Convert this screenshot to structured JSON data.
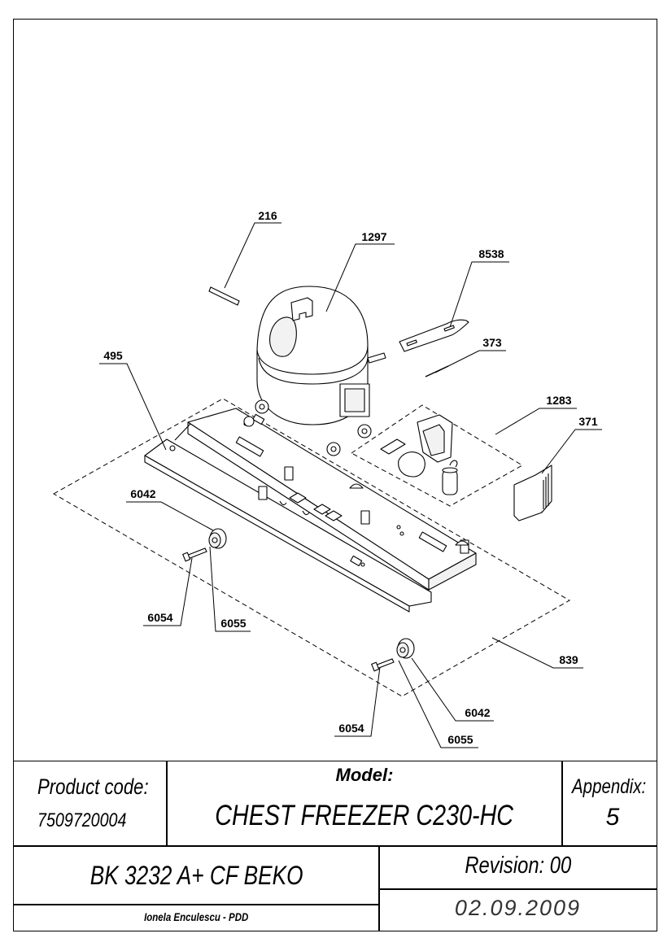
{
  "parts": [
    {
      "number": "216"
    },
    {
      "number": "1297"
    },
    {
      "number": "8538"
    },
    {
      "number": "373"
    },
    {
      "number": "495"
    },
    {
      "number": "1283"
    },
    {
      "number": "371"
    },
    {
      "number": "6042"
    },
    {
      "number": "6054"
    },
    {
      "number": "6055"
    },
    {
      "number": "839"
    },
    {
      "number": "6054"
    },
    {
      "number": "6055"
    },
    {
      "number": "6042"
    }
  ],
  "title_block": {
    "product_code_label": "Product code:",
    "product_code": "7509720004",
    "model_label": "Model:",
    "model_name": "CHEST FREEZER C230-HC",
    "appendix_label": "Appendix:",
    "appendix_number": "5",
    "brand_model": "BK 3232 A+ CF BEKO",
    "revision": "Revision: 00",
    "author": "Ionela Enculescu - PDD",
    "date": "02.09.2009"
  },
  "colors": {
    "line": "#000000",
    "background": "#ffffff",
    "fill_light": "#f2f2f2"
  }
}
